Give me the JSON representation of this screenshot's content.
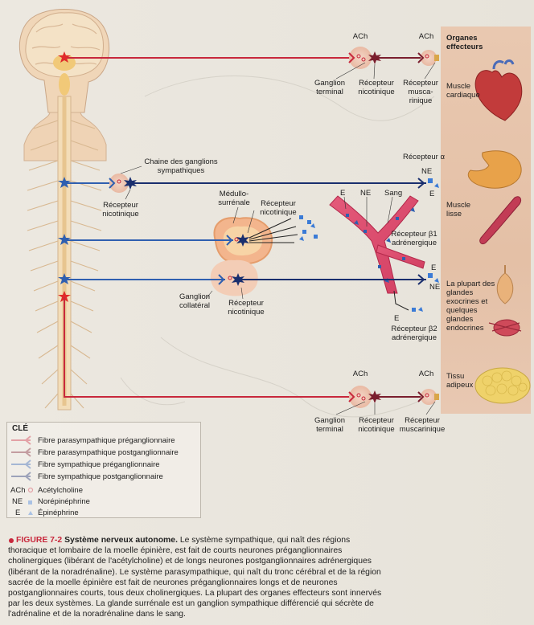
{
  "labels": {
    "ach_top_1": "ACh",
    "ach_top_2": "ACh",
    "organs_header": "Organes effecteurs",
    "ganglion_terminal_top": "Ganglion terminal",
    "recepteur_nicotinique_top": "Récepteur nicotinique",
    "recepteur_muscarinique_top": "Récepteur musca-rinique",
    "muscle_cardiaque": "Muscle cardiaque",
    "chaine_ganglions": "Chaine des ganglions sympathiques",
    "recepteur_nicotinique_symp": "Récepteur nicotinique",
    "medullo": "Médullo-surrénale",
    "recepteur_nicotinique_med": "Récepteur nicotinique",
    "e_label": "E",
    "ne_label": "NE",
    "sang_label": "Sang",
    "recepteur_alpha": "Récepteur α",
    "ne_alpha": "NE",
    "e_alpha": "E",
    "muscle_lisse": "Muscle lisse",
    "recepteur_beta1": "Récepteur β1 adrénergique",
    "e_beta1": "E",
    "ne_beta1": "NE",
    "glandes": "La plupart des glandes exocrines et quelques glandes endocrines",
    "ganglion_collateral": "Ganglion collatéral",
    "recepteur_nicotinique_coll": "Récepteur nicotinique",
    "e_beta2": "E",
    "recepteur_beta2": "Récepteur β2 adrénergique",
    "ach_bot_1": "ACh",
    "ach_bot_2": "ACh",
    "tissu_adipeux": "Tissu adipeux",
    "ganglion_terminal_bot": "Ganglion terminal",
    "recepteur_nicotinique_bot": "Récepteur nicotinique",
    "recepteur_muscarinique_bot": "Récepteur muscarinique"
  },
  "key": {
    "title": "CLÉ",
    "items": [
      {
        "label": "Fibre parasympathique préganglionnaire",
        "color": "#c8283c"
      },
      {
        "label": "Fibre parasympathique postganglionnaire",
        "color": "#7a1e2e"
      },
      {
        "label": "Fibre sympathique préganglionnaire",
        "color": "#2f5fb0"
      },
      {
        "label": "Fibre sympathique postganglionnaire",
        "color": "#1a2f6e"
      }
    ],
    "symbols": [
      {
        "abbr": "ACh",
        "name": "Acétylcholine"
      },
      {
        "abbr": "NE",
        "name": "Norépinéphrine"
      },
      {
        "abbr": "E",
        "name": "Épinéphrine"
      }
    ]
  },
  "caption": {
    "figure": "FIGURE 7-2",
    "title": "Système nerveux autonome.",
    "text": "Le système sympathique, qui naît des régions thoracique et lombaire de la moelle épinière, est fait de courts neurones préganglionnaires cholinergiques (libérant de l'acétylcholine) et de longs neurones postganglionnaires adrénergiques (libérant de la noradrénaline). Le système parasympathique, qui naît du tronc cérébral et de la région sacrée de la moelle épinière est fait de neurones préganglionnaires longs et de neurones postganglionnaires courts, tous deux cholinergiques. La plupart des organes effecteurs sont innervés par les deux systèmes. La glande surrénale est un ganglion sympathique différencié qui sécrète de l'adrénaline et de la noradrénaline dans le sang."
  },
  "colors": {
    "para_pre": "#c8283c",
    "para_post": "#7a1e2e",
    "symp_pre": "#2f5fb0",
    "symp_post": "#1a2f6e",
    "organ_column": "#e6c4ab",
    "caption_accent": "#c8283c"
  }
}
